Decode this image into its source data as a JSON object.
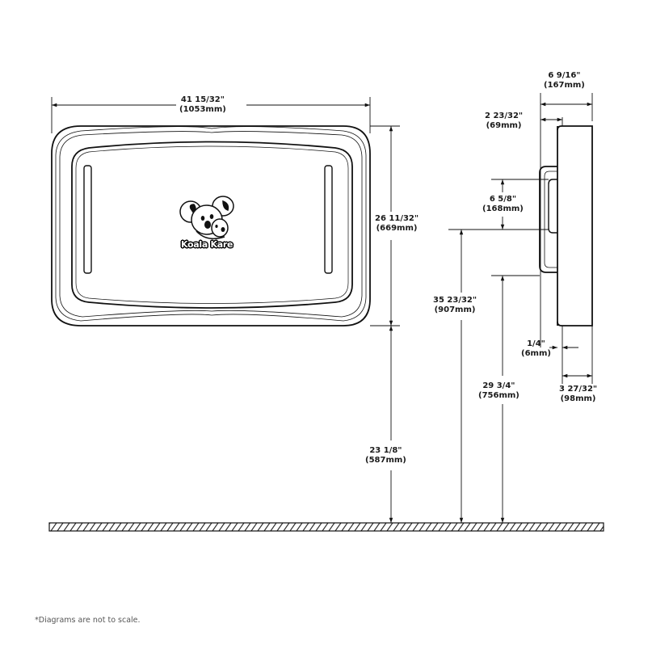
{
  "diagram": {
    "type": "dimension-drawing",
    "subject": "Koala Kare horizontal baby changing station",
    "colors": {
      "line": "#111111",
      "text": "#1a1a1a",
      "footnote": "#555555",
      "background": "#ffffff"
    }
  },
  "front_view": {
    "logo": {
      "brand_text": "Koala Kare",
      "icon": "koala-icon"
    },
    "width": {
      "imperial": "41 15/32\"",
      "metric": "(1053mm)"
    },
    "height": {
      "imperial": "26 11/32\"",
      "metric": "(669mm)"
    },
    "floor_to_bottom": {
      "imperial": "23 1/8\"",
      "metric": "(587mm)"
    }
  },
  "side_view": {
    "overall_depth": {
      "imperial": "6 9/16\"",
      "metric": "(167mm)"
    },
    "handle_depth": {
      "imperial": "2 23/32\"",
      "metric": "(69mm)"
    },
    "handle_height": {
      "imperial": "6 5/8\"",
      "metric": "(168mm)"
    },
    "floor_to_handle_top": {
      "imperial": "35 23/32\"",
      "metric": "(907mm)"
    },
    "floor_to_handle_bottom": {
      "imperial": "29 3/4\"",
      "metric": "(756mm)"
    },
    "wall_offset": {
      "imperial": "1/4\"",
      "metric": "(6mm)"
    },
    "body_depth": {
      "imperial": "3 27/32\"",
      "metric": "(98mm)"
    }
  },
  "footnote": "*Diagrams are not to scale."
}
